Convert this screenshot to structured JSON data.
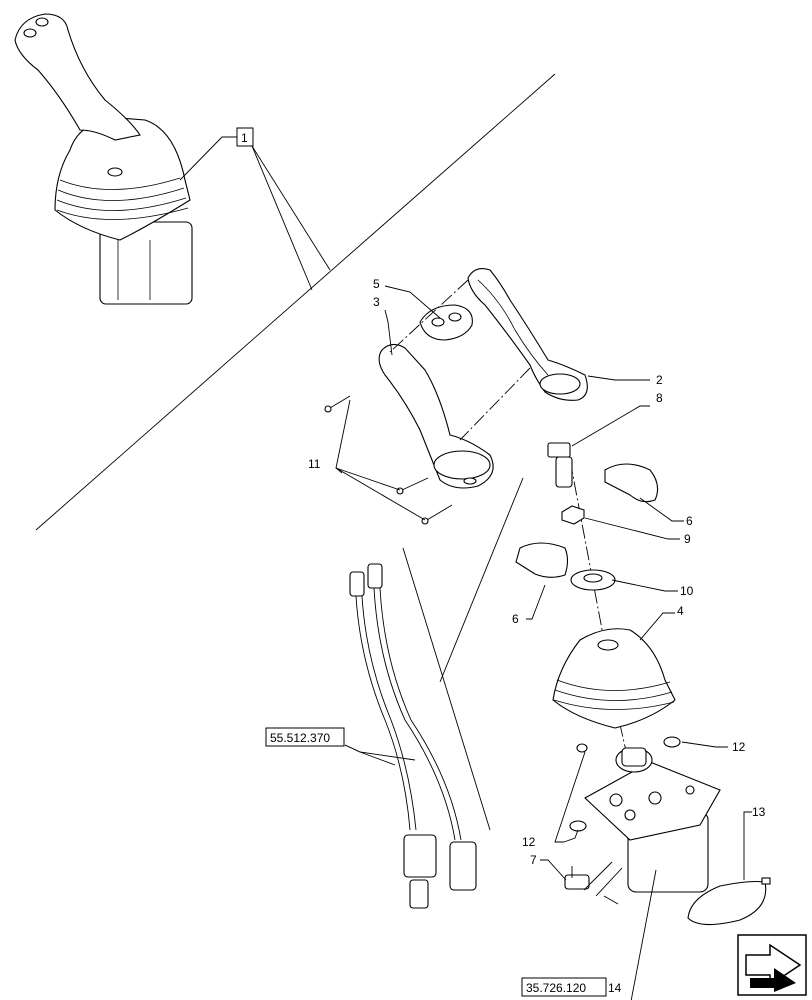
{
  "callouts": {
    "c1": "1",
    "c2": "2",
    "c3": "3",
    "c4": "4",
    "c5": "5",
    "c6a": "6",
    "c6b": "6",
    "c7": "7",
    "c8": "8",
    "c9": "9",
    "c10": "10",
    "c11": "11",
    "c12a": "12",
    "c12b": "12",
    "c13": "13",
    "c14": "14"
  },
  "references": {
    "harness_ref": "55.512.370",
    "base_ref": "35.726.120"
  },
  "icons": {
    "nav": "arrow-next-page-icon"
  }
}
